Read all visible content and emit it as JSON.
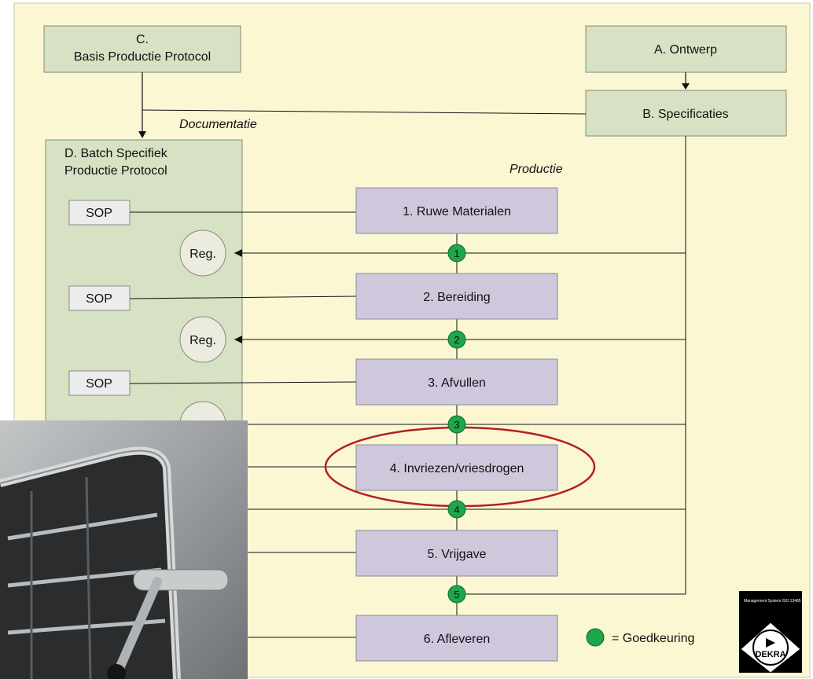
{
  "boxes": {
    "c_line1": "C.",
    "c_line2": "Basis Productie Protocol",
    "a": "A. Ontwerp",
    "b": "B. Specificaties",
    "d_line1": "D. Batch Specifiek",
    "d_line2": "Productie Protocol"
  },
  "labels": {
    "documentatie": "Documentatie",
    "productie": "Productie",
    "legend": "= Goedkeuring"
  },
  "steps": [
    "1. Ruwe Materialen",
    "2. Bereiding",
    "3. Afvullen",
    "4. Invriezen/vriesdrogen",
    "5. Vrijgave",
    "6. Afleveren"
  ],
  "checkpoints": [
    "1",
    "2",
    "3",
    "4",
    "5"
  ],
  "sop_label": "SOP",
  "reg_label": "Reg.",
  "logo": {
    "name": "DEKRA",
    "small_text": "Management System ISO 13485"
  },
  "colors": {
    "background": "#fbf7d3",
    "green_box": "#d7e1c3",
    "purple_box": "#cfc8dd",
    "checkpoint": "#1ea64a",
    "highlight": "#b31f24"
  }
}
